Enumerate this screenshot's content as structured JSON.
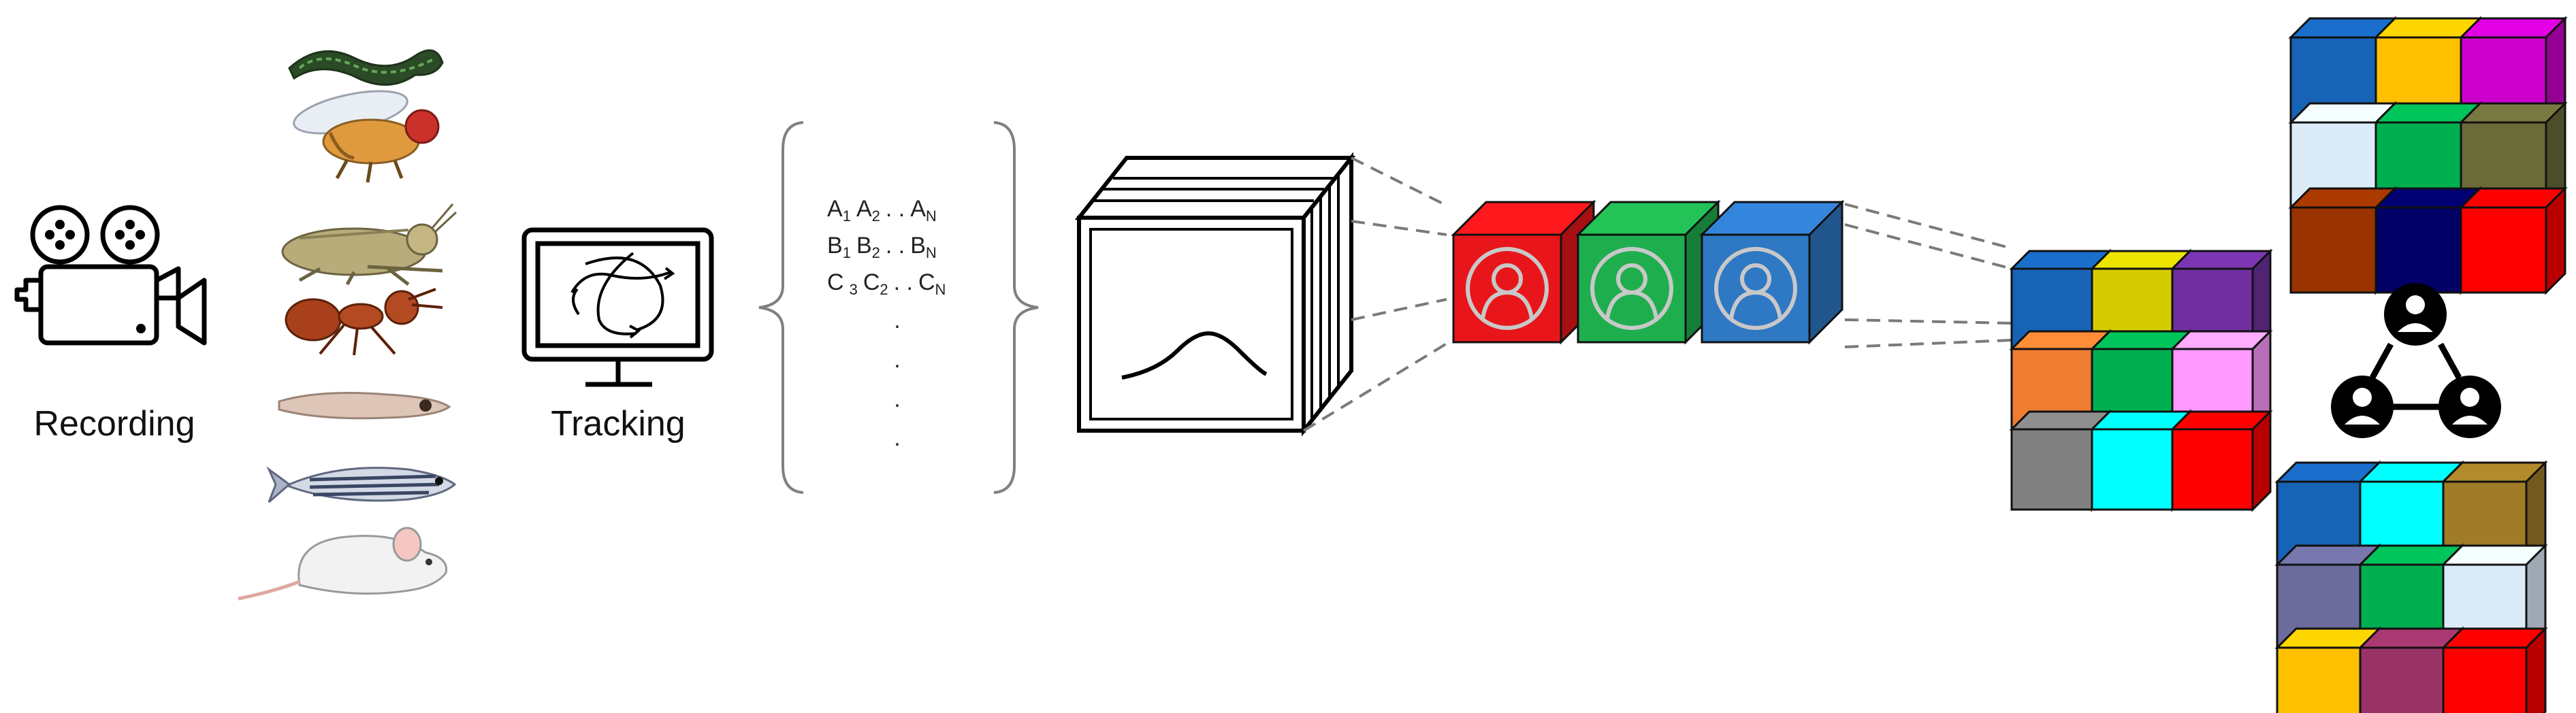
{
  "labels": {
    "recording": "Recording",
    "tracking": "Tracking"
  },
  "sequence": {
    "rows": [
      {
        "a": "A",
        "a_sub": "1",
        "b": "A",
        "b_sub": "2",
        "dots": ". .",
        "c": "A",
        "c_sub": "N"
      },
      {
        "a": "B",
        "a_sub": "1",
        "b": "B",
        "b_sub": "2",
        "dots": ". .",
        "c": "B",
        "c_sub": "N"
      },
      {
        "a": "C",
        "a_sub": "3",
        "b": "C",
        "b_sub": "2",
        "dots": ". .",
        "c": "C",
        "c_sub": "N"
      }
    ],
    "ellipsis": [
      "."
    ]
  },
  "icons": {
    "camera": "video-camera-icon",
    "animals": [
      "worm-icon",
      "fly-icon",
      "locust-icon",
      "ant-icon",
      "larva-icon",
      "zebrafish-icon",
      "mouse-icon"
    ],
    "monitor": "tracking-monitor-icon",
    "user": "user-icon",
    "network": "social-network-icon"
  },
  "colors": {
    "identity_cubes": [
      "#e8161a",
      "#1fae4e",
      "#2e78c4"
    ],
    "center_grid": [
      "#1763b6",
      "#d4cc00",
      "#7030a0",
      "#ee7d31",
      "#00b050",
      "#ff99ff",
      "#808080",
      "#00ffff",
      "#ff0000"
    ],
    "top_grid": [
      "#1763b6",
      "#ffc000",
      "#cc00cc",
      "#dcebf8",
      "#00b050",
      "#6b6b3a",
      "#993300",
      "#000066",
      "#ff0000"
    ],
    "bottom_grid": [
      "#1763b6",
      "#00ffff",
      "#a07c28",
      "#6b6b9c",
      "#00b050",
      "#dcebf8",
      "#ffc000",
      "#993366",
      "#ff0000"
    ]
  }
}
